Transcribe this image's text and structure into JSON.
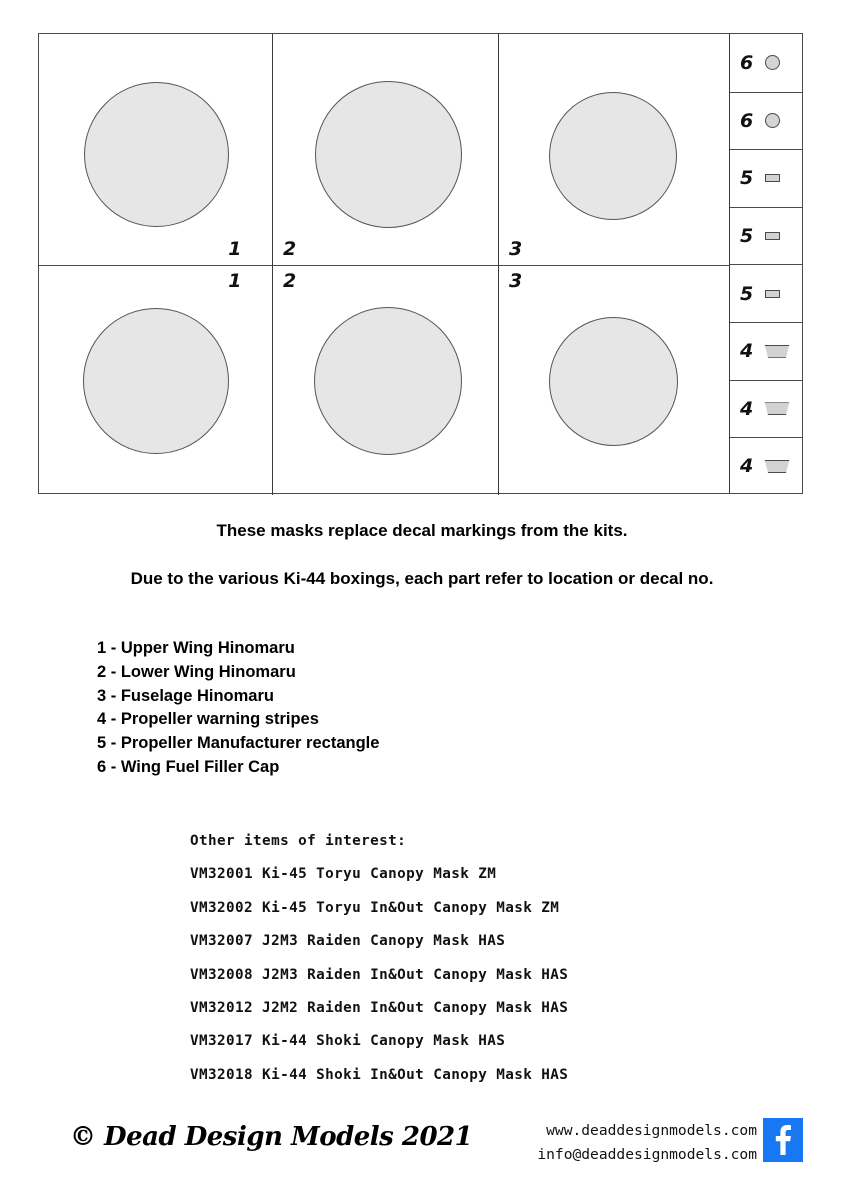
{
  "sheet": {
    "grid": {
      "rows": [
        {
          "cells": [
            {
              "number": "1",
              "shape": "hinomaru-circle",
              "align": "bottom-right"
            },
            {
              "number": "2",
              "shape": "hinomaru-circle",
              "align": "bottom-left"
            },
            {
              "number": "3",
              "shape": "hinomaru-circle",
              "align": "bottom-left"
            }
          ]
        },
        {
          "cells": [
            {
              "number": "1",
              "shape": "hinomaru-circle",
              "align": "top-right"
            },
            {
              "number": "2",
              "shape": "hinomaru-circle",
              "align": "top-left"
            },
            {
              "number": "3",
              "shape": "hinomaru-circle",
              "align": "top-left"
            }
          ]
        }
      ],
      "side_column": [
        {
          "number": "6",
          "shape": "circle"
        },
        {
          "number": "6",
          "shape": "circle"
        },
        {
          "number": "5",
          "shape": "rectangle"
        },
        {
          "number": "5",
          "shape": "rectangle"
        },
        {
          "number": "5",
          "shape": "rectangle"
        },
        {
          "number": "4",
          "shape": "trapezoid"
        },
        {
          "number": "4",
          "shape": "trapezoid"
        },
        {
          "number": "4",
          "shape": "trapezoid"
        }
      ]
    }
  },
  "headlines": {
    "line_1": "These masks replace decal markings from the kits.",
    "line_2": "Due to the various Ki-44 boxings, each part refer to location or decal no."
  },
  "legend": [
    "1 - Upper Wing Hinomaru",
    "2 - Lower Wing Hinomaru",
    "3 - Fuselage Hinomaru",
    "4 - Propeller warning stripes",
    "5 - Propeller Manufacturer rectangle",
    "6 - Wing Fuel Filler Cap"
  ],
  "other_items": {
    "title": "Other items of interest:",
    "products": [
      "VM32001 Ki-45 Toryu Canopy Mask ZM",
      "VM32002 Ki-45 Toryu In&Out Canopy Mask ZM",
      "VM32007 J2M3 Raiden Canopy Mask HAS",
      "VM32008 J2M3 Raiden In&Out Canopy Mask HAS",
      "VM32012 J2M2 Raiden In&Out Canopy Mask HAS",
      "VM32017 Ki-44 Shoki Canopy Mask HAS",
      "VM32018 Ki-44 Shoki In&Out Canopy Mask HAS"
    ]
  },
  "footer": {
    "copyright": "© Dead Design Models 2021",
    "website": "www.deaddesignmodels.com",
    "email": "info@deaddesignmodels.com",
    "social_icon": "facebook-icon",
    "social_color": "#1877f2"
  },
  "colors": {
    "mask_fill": "#e6e6e6",
    "outline": "#4a4a4a",
    "text": "#000000"
  }
}
